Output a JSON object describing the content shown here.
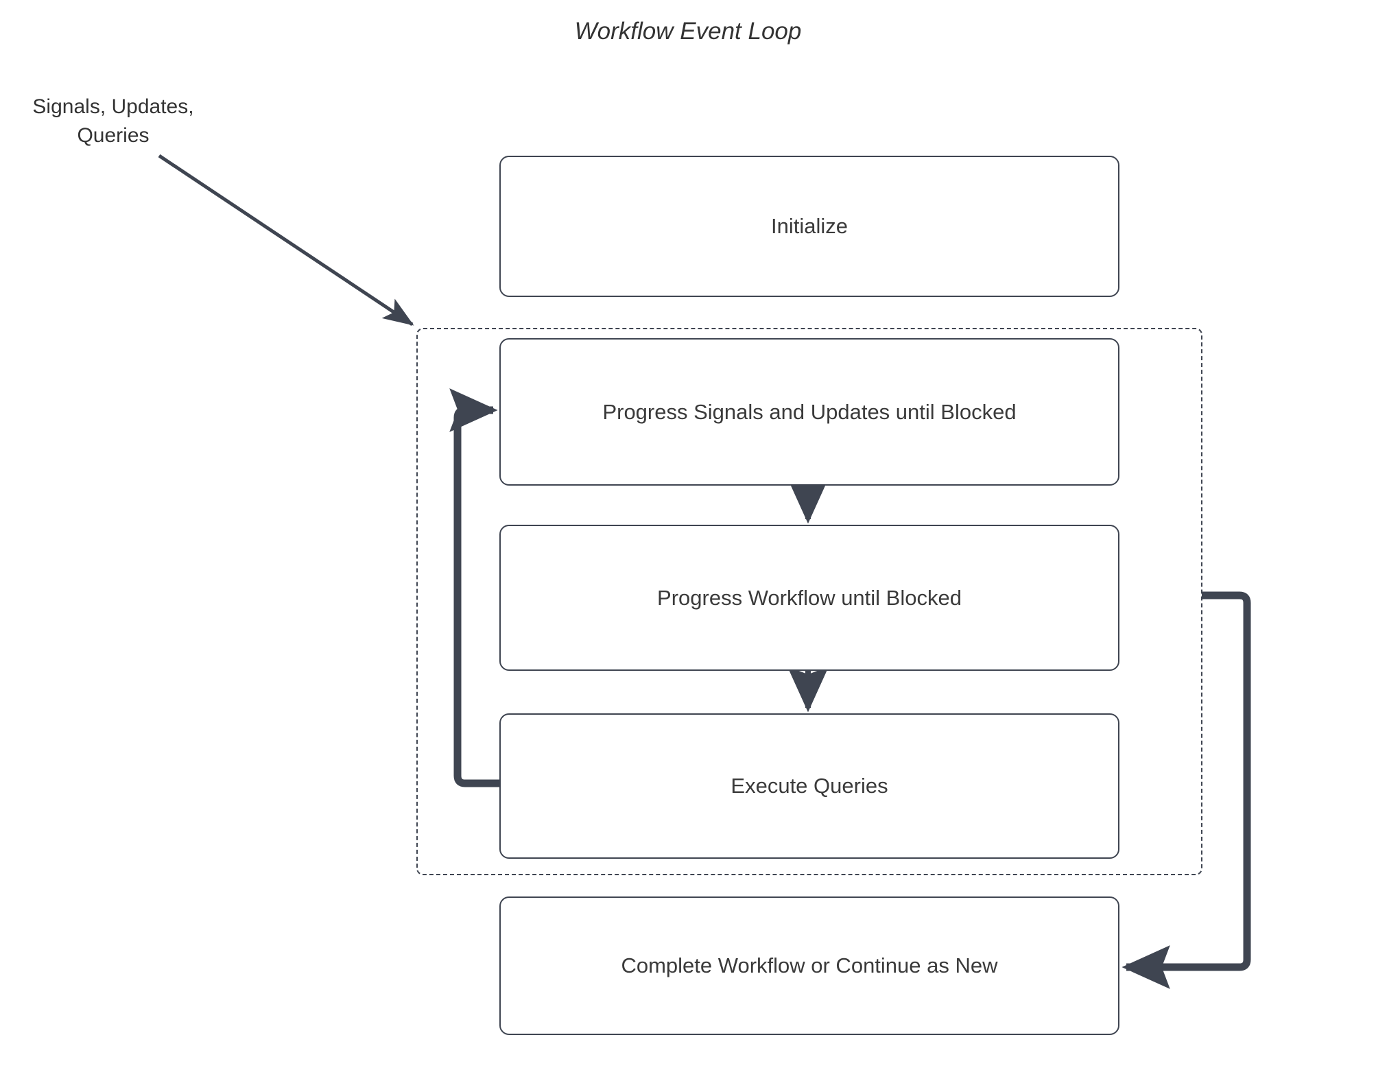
{
  "diagram": {
    "title": "Workflow Event Loop",
    "background_color": "#ffffff",
    "stroke_color": "#3f4551",
    "text_color": "#333333",
    "nodes": [
      {
        "id": "initialize",
        "label": "Initialize"
      },
      {
        "id": "progress_signals",
        "label": "Progress Signals and Updates until Blocked"
      },
      {
        "id": "progress_workflow",
        "label": "Progress Workflow until Blocked"
      },
      {
        "id": "execute_queries",
        "label": "Execute Queries"
      },
      {
        "id": "complete_workflow",
        "label": "Complete Workflow or Continue as New"
      }
    ],
    "groups": [
      {
        "id": "event_loop_group",
        "label": "",
        "style": "dashed"
      }
    ],
    "edges": [
      {
        "id": "external-input",
        "label": "Signals, Updates,\nQueries",
        "label_line1": "Signals, Updates,",
        "label_line2": "Queries",
        "from": "external",
        "to": "event_loop_group",
        "style": "thin-diagonal-arrow"
      },
      {
        "id": "signals-to-workflow",
        "label": "",
        "from": "progress_signals",
        "to": "progress_workflow",
        "style": "arrow-down"
      },
      {
        "id": "workflow-to-queries",
        "label": "",
        "from": "progress_workflow",
        "to": "execute_queries",
        "style": "arrow-down"
      },
      {
        "id": "queries-back-to-signals",
        "label": "",
        "from": "execute_queries",
        "to": "progress_signals",
        "style": "thick-loop-left"
      },
      {
        "id": "loop-to-complete",
        "label": "",
        "from": "event_loop_group",
        "to": "complete_workflow",
        "style": "thick-loop-right"
      }
    ]
  }
}
